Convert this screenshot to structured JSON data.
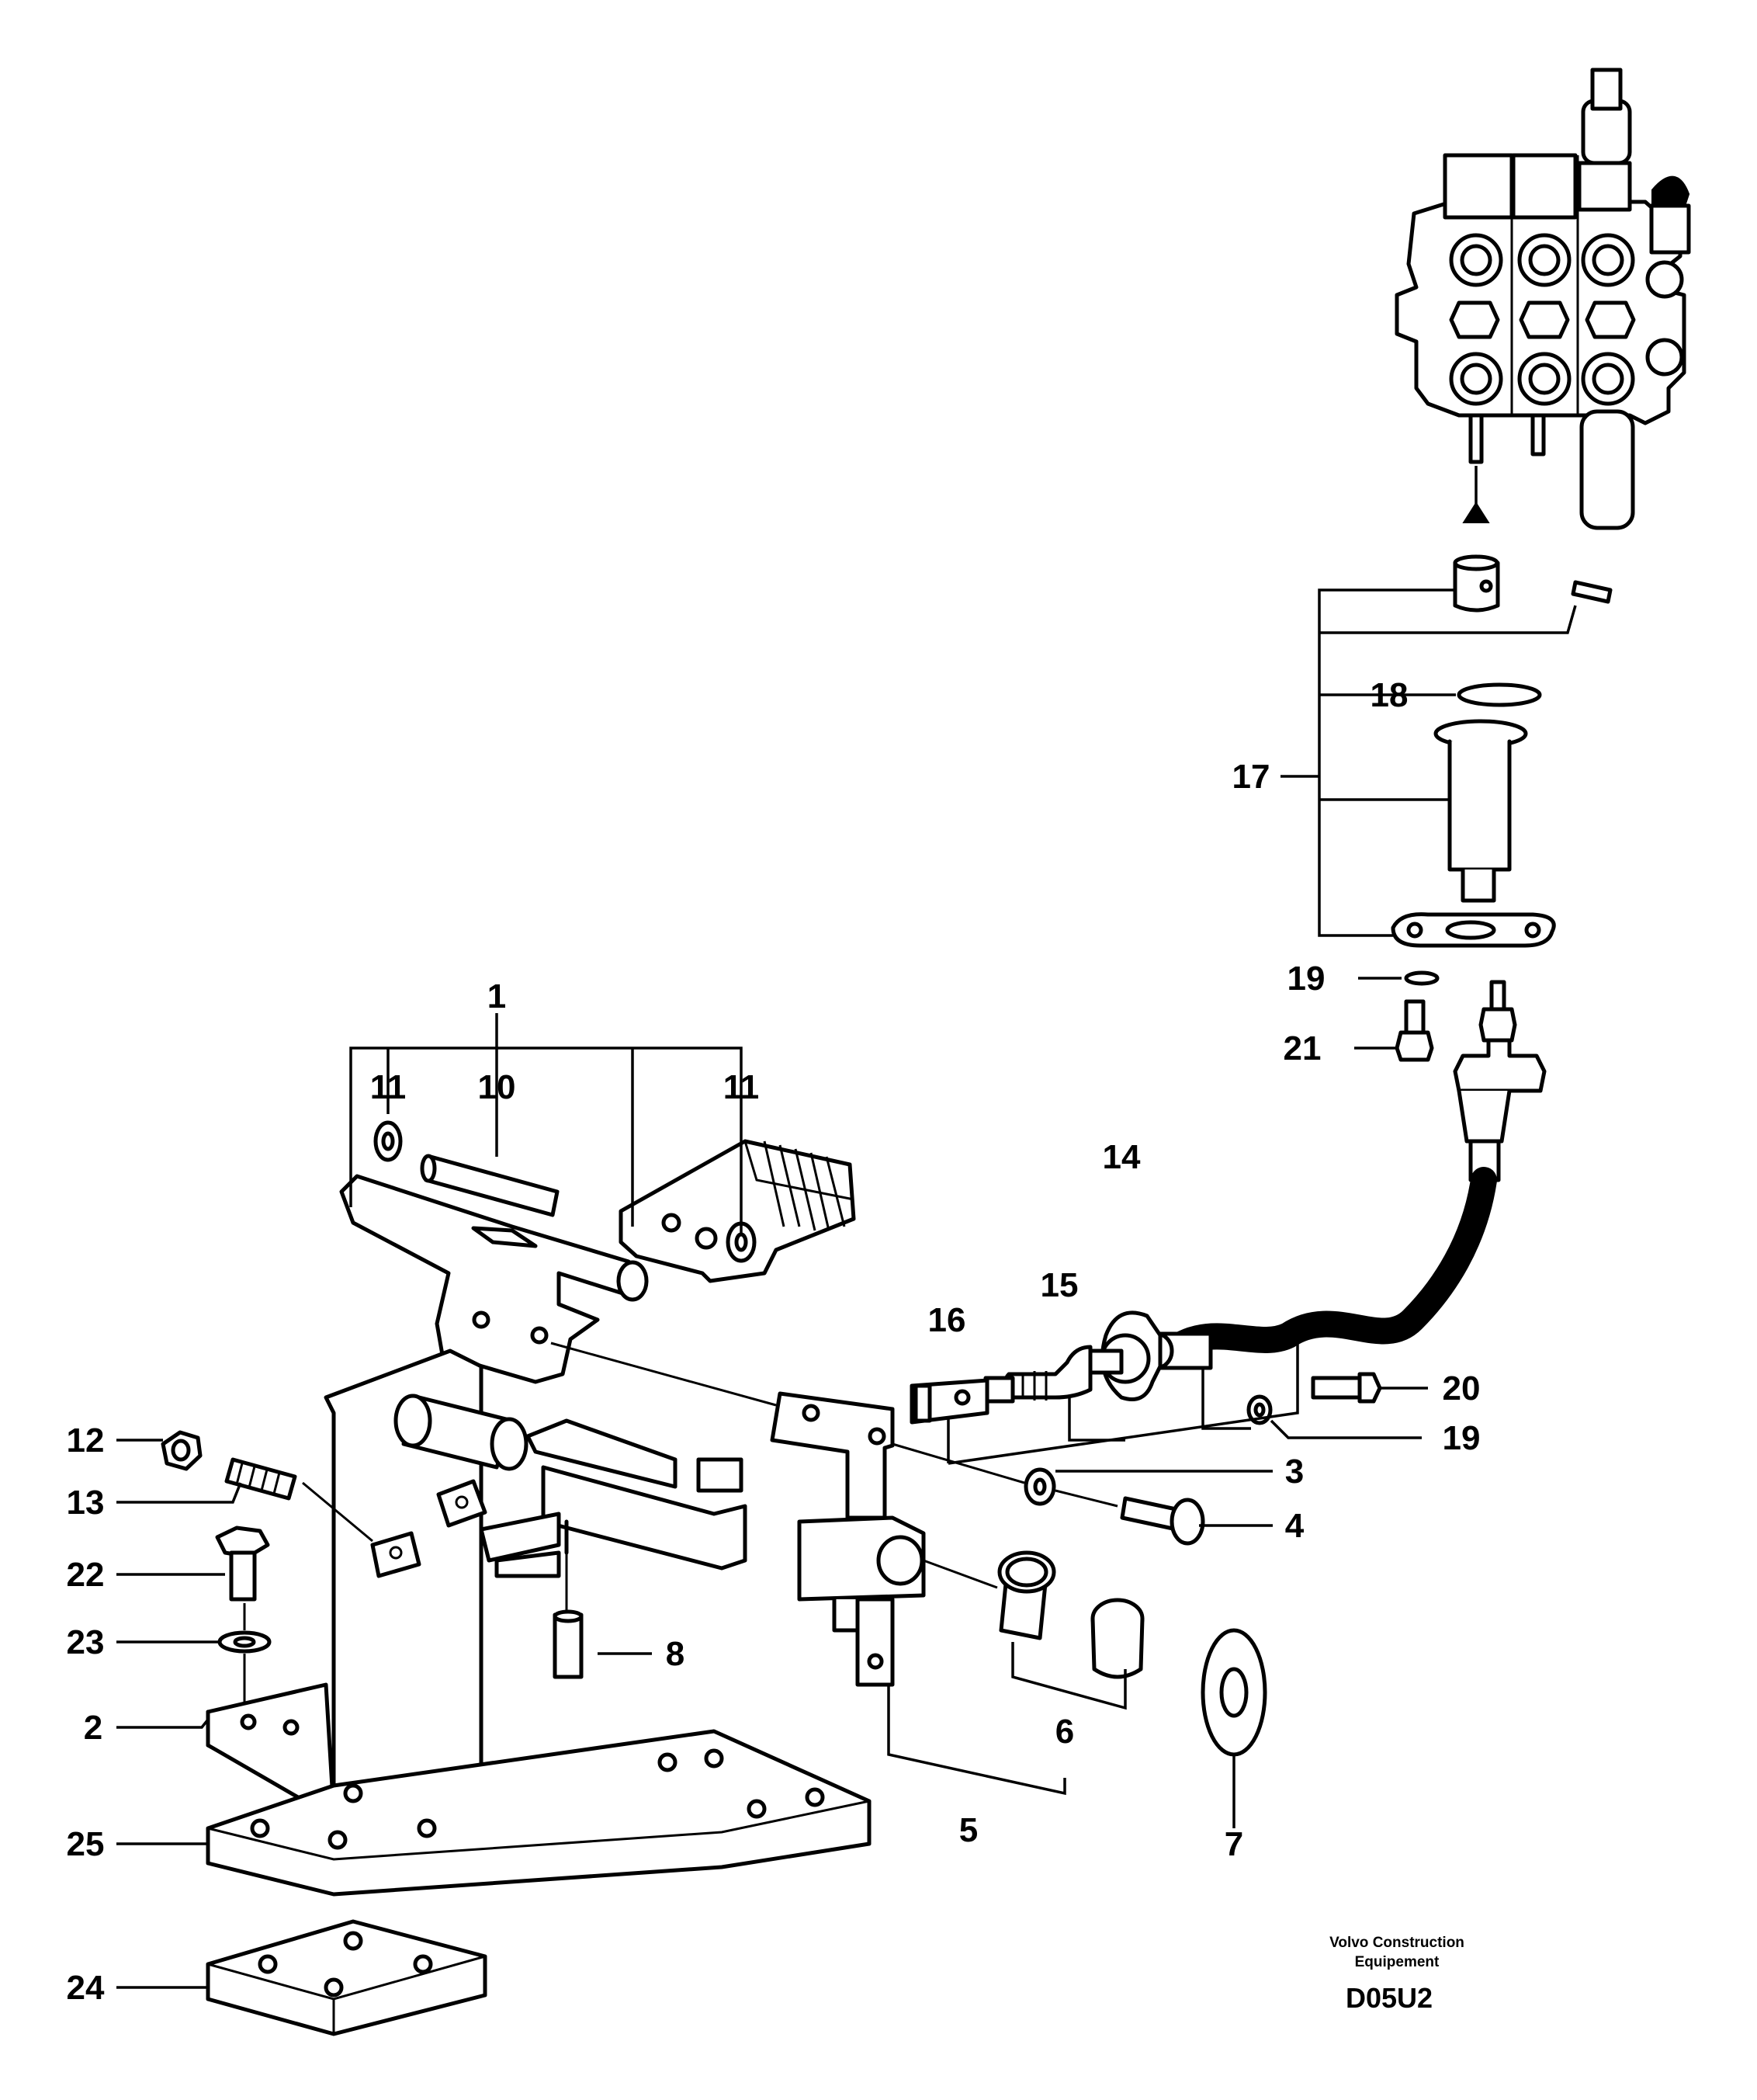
{
  "labels": {
    "p1": "1",
    "p2": "2",
    "p3": "3",
    "p4": "4",
    "p5": "5",
    "p6": "6",
    "p7": "7",
    "p8": "8",
    "p10": "10",
    "p11a": "11",
    "p11b": "11",
    "p12": "12",
    "p13": "13",
    "p14": "14",
    "p15": "15",
    "p16": "16",
    "p17": "17",
    "p18": "18",
    "p19a": "19",
    "p19b": "19",
    "p20": "20",
    "p21": "21",
    "p22": "22",
    "p23": "23",
    "p24": "24",
    "p25": "25"
  },
  "footer": {
    "company_line1": "Volvo Construction",
    "company_line2": "Equipement",
    "drawing_code": "D05U2"
  }
}
